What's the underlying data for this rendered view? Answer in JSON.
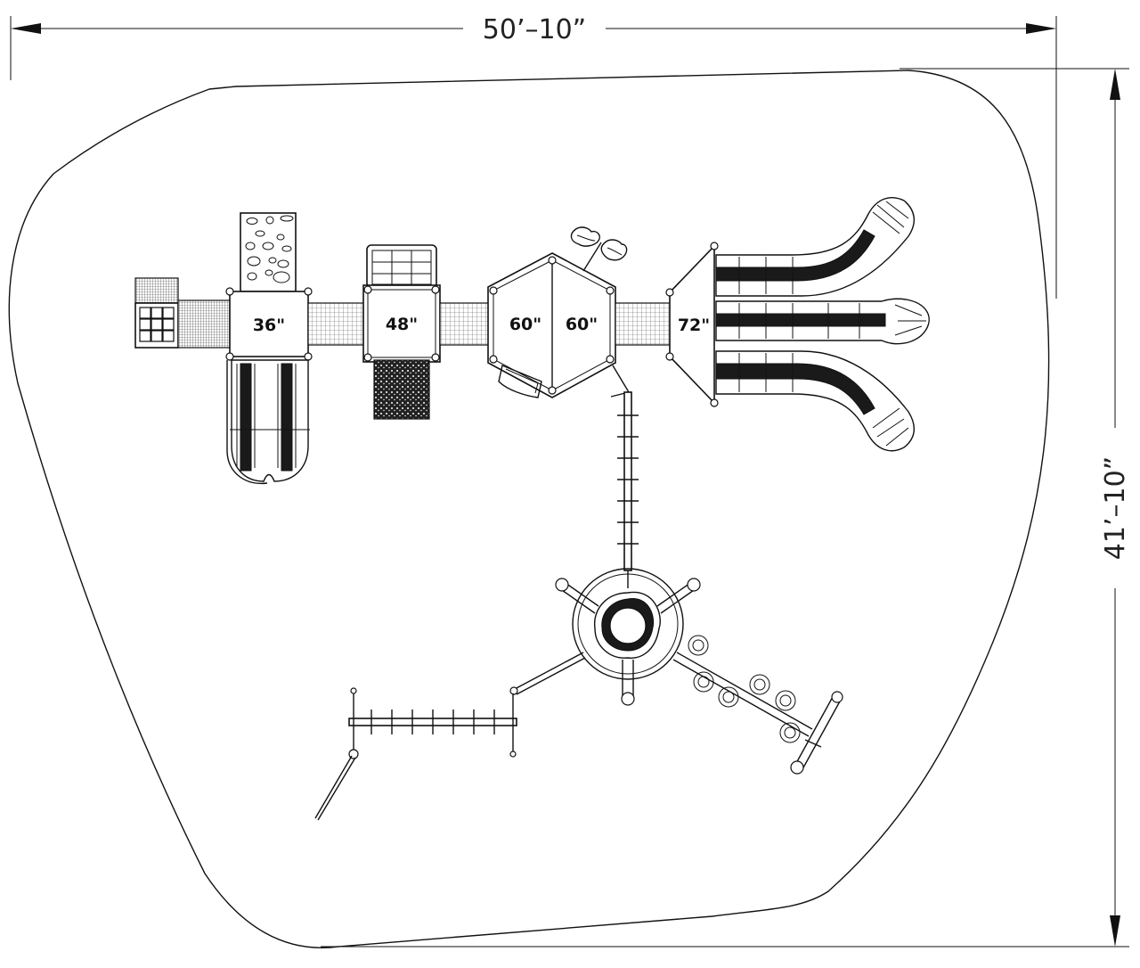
{
  "dimensions": {
    "width_label": "50’–10”",
    "height_label": "41’–10”"
  },
  "decks": [
    {
      "id": "deck-36",
      "label": "36\""
    },
    {
      "id": "deck-48",
      "label": "48\""
    },
    {
      "id": "deck-60-left",
      "label": "60\""
    },
    {
      "id": "deck-60-right",
      "label": "60\""
    },
    {
      "id": "deck-72",
      "label": "72\""
    }
  ]
}
